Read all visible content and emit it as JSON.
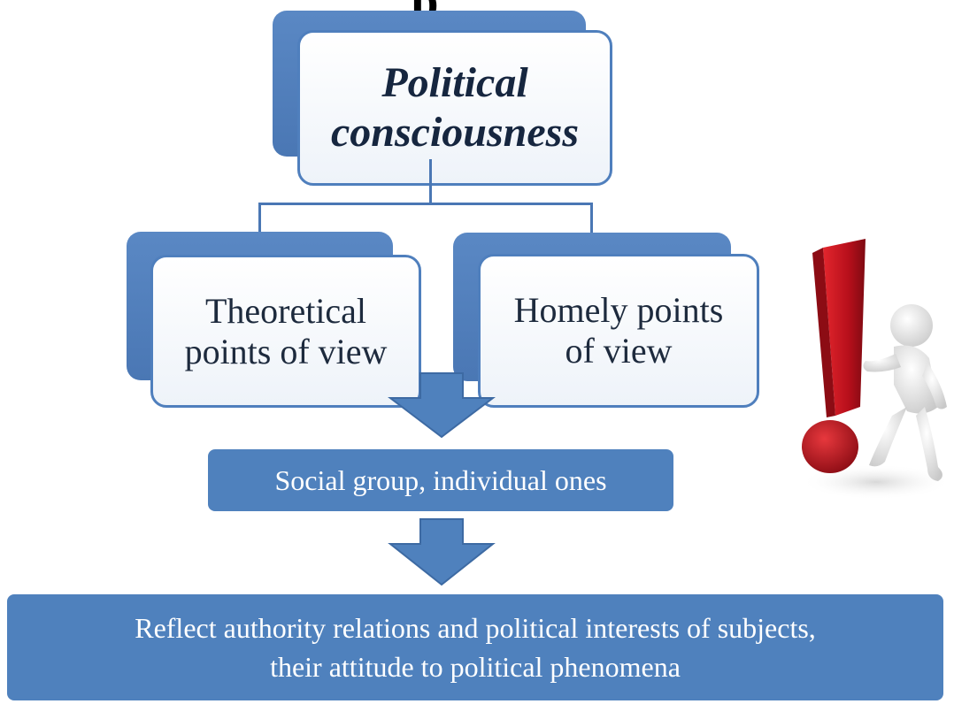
{
  "title_fragment": "p",
  "root": {
    "line1": "Political",
    "line2": "consciousness"
  },
  "children": [
    {
      "line1": "Theoretical",
      "line2": "points of view"
    },
    {
      "line1": "Homely points",
      "line2": "of view"
    }
  ],
  "stage1": "Social group, individual ones",
  "stage2": {
    "line1": "Reflect authority relations and political interests of subjects,",
    "line2": "their attitude to political phenomena"
  },
  "colors": {
    "accent": "#4f81bd",
    "accent_dark": "#4a77b4",
    "warning": "#c8102e"
  },
  "icons": {
    "illustration": "exclamation-person-icon",
    "arrow": "down-arrow-icon"
  }
}
